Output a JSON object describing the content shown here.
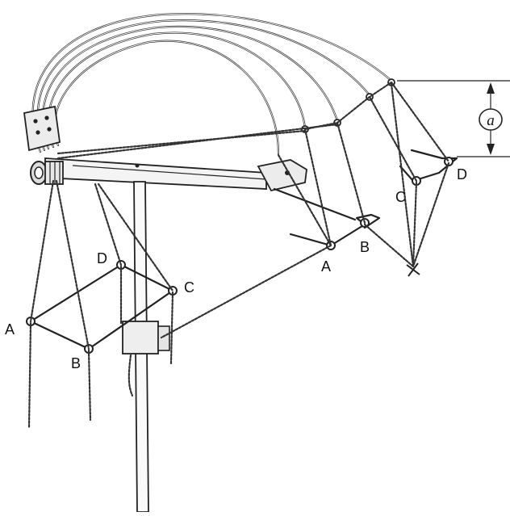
{
  "labels": {
    "upper_frame": {
      "a": "A",
      "b": "B",
      "c": "C",
      "d": "D"
    },
    "lower_frame": {
      "a": "A",
      "b": "B",
      "c": "C",
      "d": "D"
    },
    "dimension": "a"
  }
}
